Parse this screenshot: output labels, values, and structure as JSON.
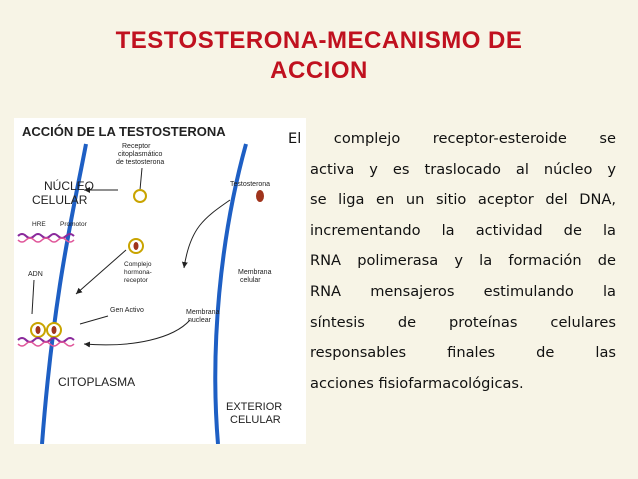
{
  "title": {
    "line1": "TESTOSTERONA-MECANISMO DE",
    "line2": "ACCION"
  },
  "colors": {
    "title": "#c0111f",
    "membrane": "#1e5fc4",
    "background": "#f7f4e6"
  },
  "diagram": {
    "heading": "ACCIÓN DE LA TESTOSTERONA",
    "receptor_label": [
      "Receptor",
      "citoplasmático",
      "de testosterona"
    ],
    "testosterona_label": "Testosterona",
    "nucleo_label": [
      "NÚCLEO",
      "CELULAR"
    ],
    "hre_label": "HRE",
    "promotor_label": "Promotor",
    "complejo_label": [
      "Complejo",
      "hormona-",
      "receptor"
    ],
    "adn_label": "ADN",
    "membrana_celular_label": [
      "Membrana",
      "celular"
    ],
    "gen_activo_label": "Gen Activo",
    "membrana_nuclear_label": [
      "Membrana",
      "nuclear"
    ],
    "citoplasma_label": "CITOPLASMA",
    "exterior_label": [
      "EXTERIOR",
      "CELULAR"
    ]
  },
  "body": {
    "lines": [
      "El complejo receptor-esteroide se",
      "activa y es traslocado al núcleo y",
      "se liga en un sitio aceptor del DNA,",
      "incrementando la actividad de la",
      "RNA polimerasa y la formación de",
      "RNA mensajeros estimulando la",
      "síntesis de proteínas celulares",
      "responsables finales de las",
      "acciones fisiofarmacológicas."
    ]
  }
}
